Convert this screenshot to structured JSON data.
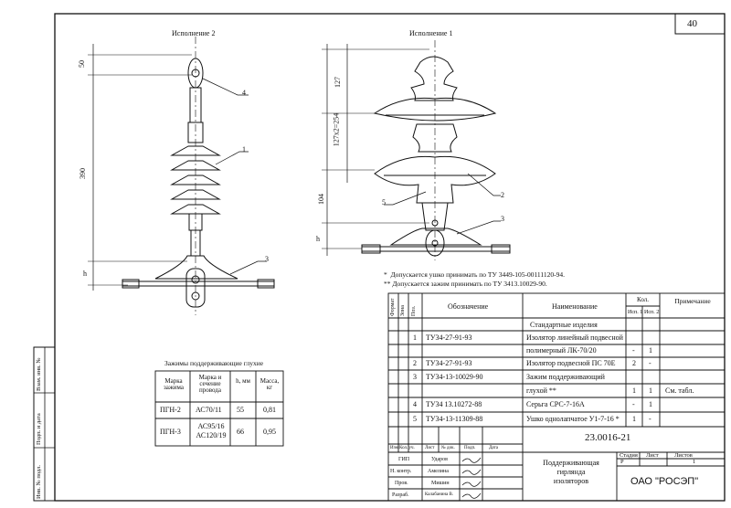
{
  "sheet": {
    "number": "40"
  },
  "views": {
    "left_title": "Исполнение 2",
    "right_title": "Исполнение 1",
    "left_dims": {
      "top": "50",
      "mid": "390",
      "bottom": "h"
    },
    "right_dims": {
      "top": "127",
      "mid": "127x2=254",
      "lower": "104",
      "bottom": "h"
    },
    "left_callouts": [
      "4",
      "1",
      "3"
    ],
    "right_callouts": [
      "2",
      "5",
      "3"
    ]
  },
  "notes": {
    "n1": "Допускается ушко принимать по ТУ 3449-105-00111120-94.",
    "n2": "Допускается зажим принимать по ТУ 3413.10029-90."
  },
  "clamps": {
    "title": "Зажимы поддерживающие глухие",
    "headers": [
      "Марка зажима",
      "Марка и сечение провода",
      "h, мм",
      "Масса, кг"
    ],
    "rows": [
      {
        "mark": "ПГН-2",
        "wire": "АС70/11",
        "h": "55",
        "mass": "0,81"
      },
      {
        "mark": "ПГН-3",
        "wire": "АС95/16 АС120/19",
        "h": "66",
        "mass": "0,95"
      }
    ]
  },
  "spec": {
    "headers": {
      "format": "Формат",
      "zone": "Зона",
      "pos": "Поз.",
      "designation": "Обозначение",
      "name": "Наименование",
      "qty": "Кол.",
      "qty1": "Исп. 1",
      "qty2": "Исп. 2",
      "note": "Примечание"
    },
    "section": "Стандартные изделия",
    "rows": [
      {
        "pos": "1",
        "des": "ТУ34-27-91-93",
        "name": "Изолятор линейный подвесной",
        "q1": "",
        "q2": "",
        "note": ""
      },
      {
        "pos": "",
        "des": "",
        "name": "полимерный ЛК-70/20",
        "q1": "-",
        "q2": "1",
        "note": ""
      },
      {
        "pos": "2",
        "des": "ТУ34-27-91-93",
        "name": "Изолятор подвесной ПС 70Е",
        "q1": "2",
        "q2": "-",
        "note": ""
      },
      {
        "pos": "3",
        "des": "ТУ34-13-10029-90",
        "name": "Зажим поддерживающий",
        "q1": "",
        "q2": "",
        "note": ""
      },
      {
        "pos": "",
        "des": "",
        "name": "глухой **",
        "q1": "1",
        "q2": "1",
        "note": "См. табл."
      },
      {
        "pos": "4",
        "des": "ТУ34 13.10272-88",
        "name": "Серьга СРС-7-16А",
        "q1": "-",
        "q2": "1",
        "note": ""
      },
      {
        "pos": "5",
        "des": "ТУ34-13-11309-88",
        "name": "Ушко однолапчатое У1-7-16 *",
        "q1": "1",
        "q2": "-",
        "note": ""
      }
    ]
  },
  "title_block": {
    "code": "23.0016-21",
    "col_headers": [
      "Изм.",
      "Кол. уч.",
      "Лист",
      "№ док.",
      "Подп.",
      "Дата"
    ],
    "roles": [
      {
        "role": "ГИП",
        "name": "Ударов"
      },
      {
        "role": "Н. контр.",
        "name": "Амелина"
      },
      {
        "role": "Пров.",
        "name": "Мишин"
      },
      {
        "role": "Разраб.",
        "name": "Калабанина В."
      }
    ],
    "title": "Поддерживающая гирлянда изоляторов",
    "stage_label": "Стадия",
    "sheet_label": "Лист",
    "sheets_label": "Листов",
    "stage": "Р",
    "sheet": "",
    "sheets": "1",
    "org": "ОАО \"РОСЭП\""
  },
  "margin_labels": [
    "Взам. инв. №",
    "Подп. и дата",
    "Инв. № подл."
  ]
}
